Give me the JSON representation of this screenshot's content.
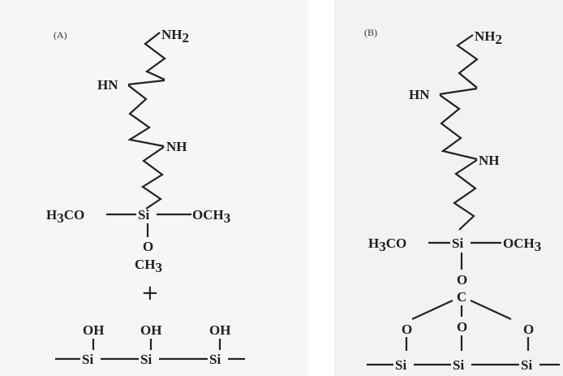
{
  "panel_a": {
    "label": "(A)",
    "nh2": "NH",
    "nh2_sub": "2",
    "hn": "HN",
    "nh": "NH",
    "si_left_a": "H",
    "si_left_sub": "3",
    "si_left_b": "CO",
    "si": "Si",
    "si_right_a": "OCH",
    "si_right_sub": "3",
    "o_down": "O",
    "ch3_a": "CH",
    "ch3_sub": "3",
    "plus": "+",
    "oh1": "OH",
    "oh2": "OH",
    "oh3": "OH",
    "surf_si1": "Si",
    "surf_si2": "Si",
    "surf_si3": "Si"
  },
  "panel_b": {
    "label": "(B)",
    "nh2": "NH",
    "nh2_sub": "2",
    "hn": "HN",
    "nh": "NH",
    "si_left_a": "H",
    "si_left_sub": "3",
    "si_left_b": "CO",
    "si": "Si",
    "si_right_a": "OCH",
    "si_right_sub": "3",
    "o_top": "O",
    "c_center": "C",
    "o_left": "O",
    "o_mid": "O",
    "o_right": "O",
    "surf_si1": "Si",
    "surf_si2": "Si",
    "surf_si3": "Si"
  }
}
